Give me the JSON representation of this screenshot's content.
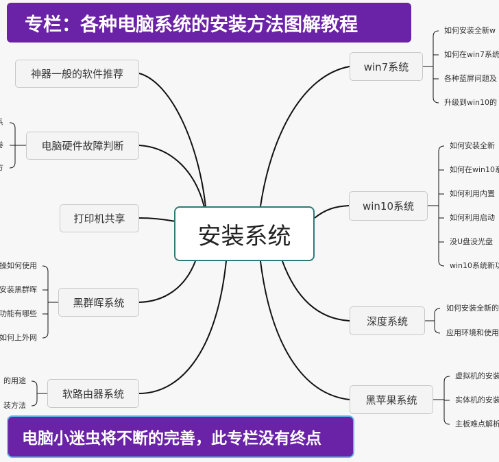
{
  "header": {
    "title": "专栏：各种电脑系统的安装方法图解教程"
  },
  "footer": {
    "text": "电脑小迷虫将不断的完善，此专栏没有终点"
  },
  "center": {
    "label": "安装系统"
  },
  "left_branches": [
    {
      "label": "神器一般的软件推荐",
      "leaves": []
    },
    {
      "label": "电脑硬件故障判断",
      "leaves": [
        "系",
        "卷",
        "方"
      ]
    },
    {
      "label": "打印机共享",
      "leaves": []
    },
    {
      "label": "黑群晖系统",
      "leaves": [
        "操如何使用",
        "安装黑群晖",
        "功能有哪些",
        "如何上外网"
      ]
    },
    {
      "label": "软路由器系统",
      "leaves": [
        "的用途",
        "装方法"
      ]
    }
  ],
  "right_branches": [
    {
      "label": "win7系统",
      "leaves": [
        "如何安装全新w",
        "如何在win7系统",
        "各种蓝屏问题及",
        "升级到win10的"
      ]
    },
    {
      "label": "win10系统",
      "leaves": [
        "如何安装全新",
        "如何在win10系",
        "如何利用内置",
        "如何利用启动",
        "没U盘没光盘",
        "win10系统新功"
      ]
    },
    {
      "label": "深度系统",
      "leaves": [
        "如何安装全新的",
        "应用环境和使用"
      ]
    },
    {
      "label": "黑苹果系统",
      "leaves": [
        "虚拟机的安装",
        "实体机的安装",
        "主板难点解析"
      ]
    }
  ]
}
